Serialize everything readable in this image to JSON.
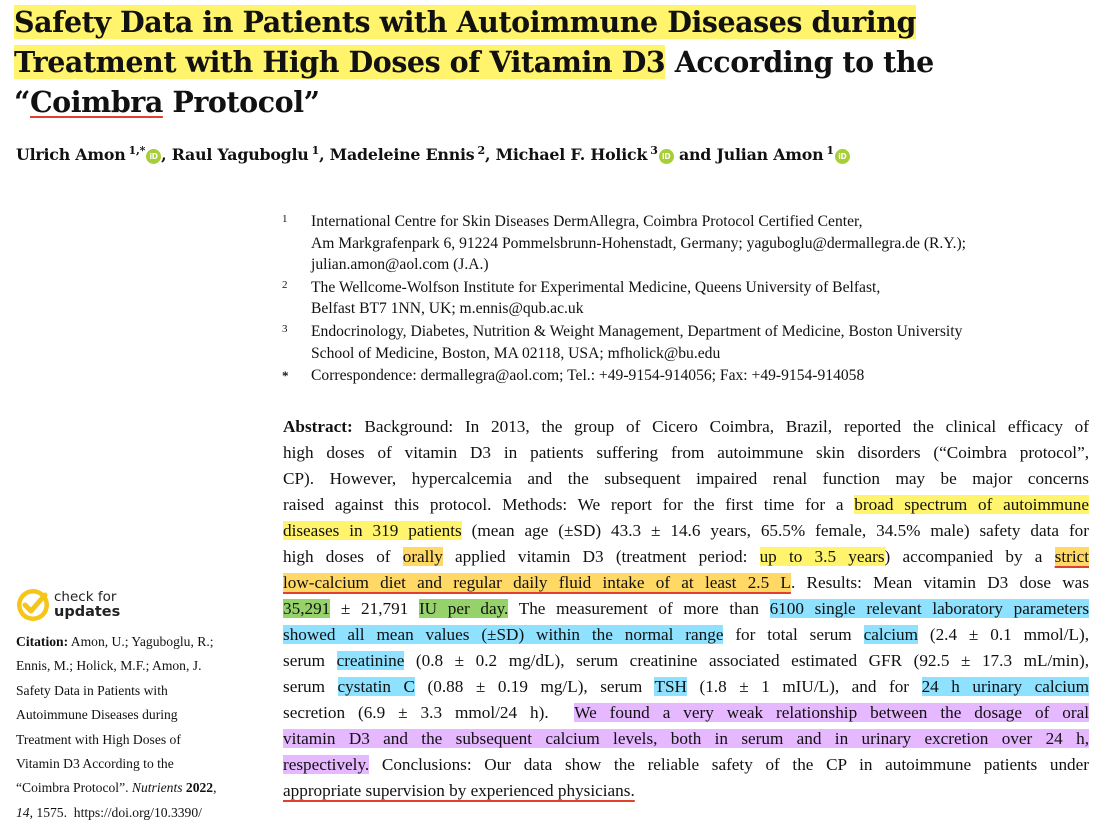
{
  "title": {
    "line1": "Safety Data in Patients with Autoimmune Diseases during",
    "line2_hl": "Treatment with High Doses of Vitamin D3",
    "line2_rest": " According to the",
    "line3_open": "“",
    "line3_coimbra": "Coimbra",
    "line3_rest": " Protocol”"
  },
  "authors": [
    {
      "name": "Ulrich Amon",
      "sup": "1,*",
      "orcid": true,
      "sep": ", "
    },
    {
      "name": "Raul Yaguboglu",
      "sup": "1",
      "orcid": false,
      "sep": ", "
    },
    {
      "name": "Madeleine Ennis",
      "sup": "2",
      "orcid": false,
      "sep": ", "
    },
    {
      "name": "Michael F. Holick",
      "sup": "3",
      "orcid": true,
      "sep": " and "
    },
    {
      "name": "Julian Amon",
      "sup": "1",
      "orcid": true,
      "sep": ""
    }
  ],
  "orcid_label": "iD",
  "affiliations": [
    {
      "mark": "1",
      "lines": [
        "International Centre for Skin Diseases DermAllegra, Coimbra Protocol Certified Center,",
        "Am Markgrafenpark 6, 91224 Pommelsbrunn-Hohenstadt, Germany; yaguboglu@dermallegra.de (R.Y.);",
        "julian.amon@aol.com (J.A.)"
      ]
    },
    {
      "mark": "2",
      "lines": [
        "The Wellcome-Wolfson Institute for Experimental Medicine, Queens University of Belfast,",
        "Belfast BT7 1NN, UK; m.ennis@qub.ac.uk"
      ]
    },
    {
      "mark": "3",
      "lines": [
        "Endocrinology, Diabetes, Nutrition & Weight Management, Department of Medicine, Boston University",
        "School of Medicine, Boston, MA 02118, USA; mfholick@bu.edu"
      ]
    },
    {
      "mark": "*",
      "lines": [
        "Correspondence: dermallegra@aol.com; Tel.: +49-9154-914056; Fax: +49-9154-914058"
      ]
    }
  ],
  "abstract": {
    "label": "Abstract:",
    "l1": " Background: In 2013, the group of Cicero Coimbra, Brazil, reported the clinical efficacy of",
    "l2": "high doses of vitamin D3 in patients suffering from autoimmune skin disorders (“Coimbra protocol”,",
    "l3": "CP). However, hypercalcemia and the subsequent impaired renal function may be major concerns",
    "l4": "raised against this protocol. Methods: We report for the first time for a ",
    "l4_hl": "broad spectrum of autoimmune",
    "l5_hl": "diseases in 319 patients",
    "l5": " (mean age (±SD) 43.3 ± 14.6 years, 65.5% female, 34.5% male) safety data for",
    "l6a": "high doses of ",
    "l6_hl1": "orally",
    "l6b": " applied vitamin D3 (treatment period: ",
    "l6_hl2": "up to 3.5 years",
    "l6c": ") accompanied by a ",
    "l6_hl3": "strict",
    "l7_hl": "low-calcium diet and regular daily fluid intake of at least 2.5 L",
    "l7": ". Results: Mean vitamin D3 dose was",
    "l8_hl1": "35,291",
    "l8a": " ± 21,791 ",
    "l8_hl2": "IU per day.",
    "l8b": " The measurement of more than ",
    "l8_hl3": "6100 single relevant laboratory parameters",
    "l9_hl": "showed all mean values (±SD) within the normal range",
    "l9a": " for total serum ",
    "l9_hl2": "calcium",
    "l9b": " (2.4 ± 0.1 mmol/L),",
    "l10a": "serum ",
    "l10_hl": "creatinine",
    "l10b": " (0.8 ± 0.2 mg/dL), serum creatinine associated estimated GFR (92.5 ± 17.3 mL/min),",
    "l11a": "serum ",
    "l11_hl1": "cystatin C",
    "l11b": " (0.88 ± 0.19 mg/L), serum ",
    "l11_hl2": "TSH",
    "l11c": " (1.8 ± 1 mIU/L), and for ",
    "l11_hl3": "24 h urinary calcium",
    "l12a": "secretion (6.9 ± 3.3 mmol/24 h).  ",
    "l12_hl": "We found a very weak relationship between the dosage of oral",
    "l13_hl": "vitamin D3 and the subsequent calcium levels, both in serum and in urinary excretion over 24 h,",
    "l14_hl": "respectively.",
    "l14": " Conclusions: Our data show the reliable safety of the CP in autoimmune patients under",
    "l15_ul": "appropriate supervision by experienced physicians."
  },
  "check_updates": {
    "line1": "check for",
    "line2": "updates"
  },
  "citation": {
    "label": "Citation:",
    "l1": " Amon, U.; Yaguboglu, R.;",
    "l2": "Ennis, M.; Holick, M.F.; Amon, J.",
    "l3": "Safety Data in Patients with",
    "l4": "Autoimmune Diseases during",
    "l5": "Treatment with High Doses of",
    "l6": "Vitamin D3 According to the",
    "l7a": "“Coimbra Protocol”. ",
    "l7_journal": "Nutrients",
    "l7_year": " 2022",
    "l7b": ",",
    "l8_vol": "14",
    "l8": ", 1575.  https://doi.org/10.3390/"
  },
  "colors": {
    "highlight_yellow": "#fff46b",
    "highlight_orange": "#ffd866",
    "highlight_green": "#95d36a",
    "highlight_blue": "#8ee1ff",
    "highlight_purple": "#e6b8ff",
    "underline_red": "#e0412e",
    "orcid_green": "#a6ce39",
    "check_yellow": "#f5c518"
  }
}
